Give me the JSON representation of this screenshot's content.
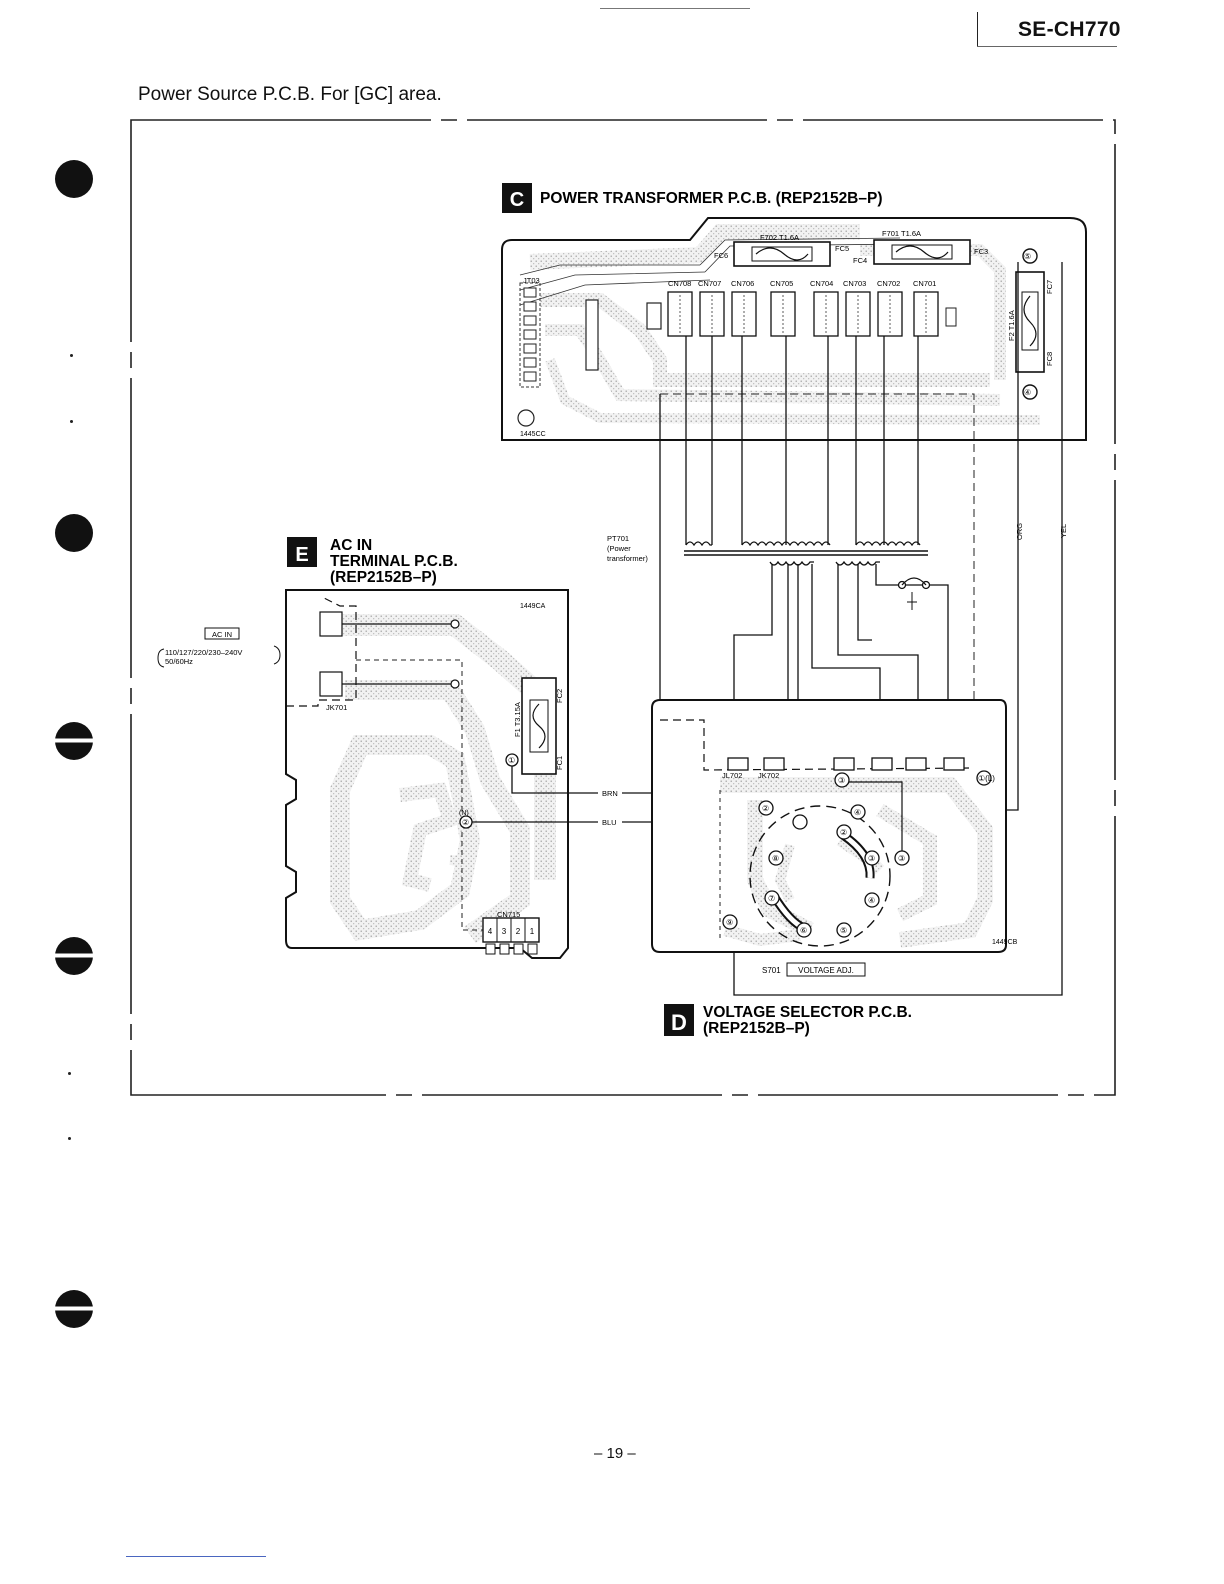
{
  "header": {
    "model": "SE-CH770"
  },
  "page_title": "Power Source P.C.B. For [GC] area.",
  "page_number": "– 19 –",
  "sections": {
    "c": {
      "letter": "C",
      "title": "POWER TRANSFORMER P.C.B. (REP2152B–P)",
      "board_code": "1445CC"
    },
    "e": {
      "letter": "E",
      "title_line1": "AC IN",
      "title_line2": "TERMINAL P.C.B.",
      "title_line3": "(REP2152B–P)",
      "board_code": "1449CA"
    },
    "d": {
      "letter": "D",
      "title_line1": "VOLTAGE SELECTOR P.C.B.",
      "title_line2": "(REP2152B–P)",
      "board_code": "1449CB"
    }
  },
  "transformer_board": {
    "fuses": [
      "F702 T1.6A",
      "F701 T1.6A",
      "F2 T1.6A"
    ],
    "fuse_clips": [
      "FC6",
      "FC5",
      "FC4",
      "FC3",
      "FC7",
      "FC8"
    ],
    "connectors": [
      "CN708",
      "CN707",
      "CN706",
      "CN705",
      "CN704",
      "CN703",
      "CN702",
      "CN701"
    ],
    "jumper": "JT03",
    "terminal_marks": [
      "⑤",
      "④"
    ]
  },
  "transformer": {
    "ref": "PT701",
    "desc_line1": "(Power",
    "desc_line2": "transformer)"
  },
  "wire_labels": {
    "brn": "BRN",
    "blu": "BLU",
    "org": "ORG",
    "yel": "YEL"
  },
  "ac_in": {
    "label": "AC IN",
    "voltage": "110/127/220/230–240V",
    "frequency": "50/60Hz"
  },
  "ac_board": {
    "jack": "JK701",
    "fuse": "F1 T3.15A",
    "fuse_clips": [
      "FC2",
      "FC1"
    ],
    "connector": "CN715",
    "connector_pins": [
      "4",
      "3",
      "2",
      "1"
    ],
    "terminal_marks": [
      "①",
      "(N)",
      "②"
    ]
  },
  "selector_board": {
    "jacks": [
      "JL702",
      "JK702"
    ],
    "switch_ref": "S701",
    "switch_label": "VOLTAGE ADJ.",
    "marks": [
      "③",
      "①(L)",
      "②",
      "④",
      "②",
      "③",
      "③",
      "⑧",
      "⑦",
      "⑥",
      "⑤",
      "④",
      "⑨"
    ]
  }
}
